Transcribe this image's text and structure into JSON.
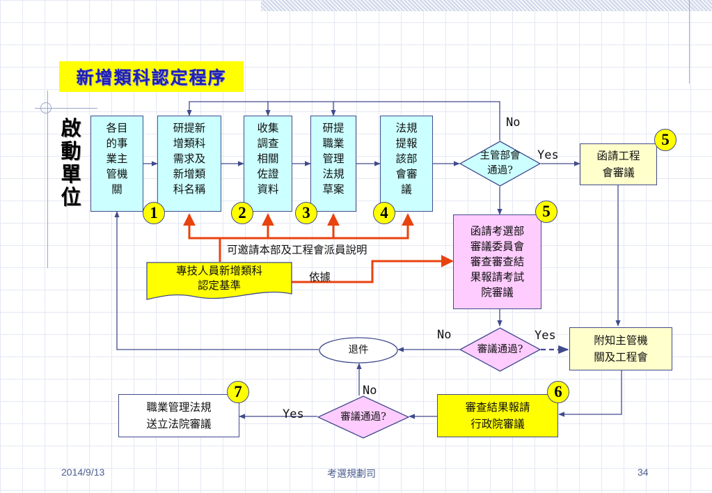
{
  "title": "新增類科認定程序",
  "vertical_label": "啟\n動\n單\n位",
  "boxes": {
    "b1": "各目\n的事\n業主\n管機\n關",
    "b2": "研提新\n增類科\n需求及\n新增類\n科名稱",
    "b3": "收集\n調查\n相關\n佐證\n資料",
    "b4": "研提\n職業\n管理\n法規\n草案",
    "b5": "法規\n提報\n該部\n會審\n議",
    "engineering": "函請工程\n會審議",
    "exam_committee": "函請考選部\n審議委員會\n審查審查結\n果報請考試\n院審議",
    "notify": "附知主管機\n關及工程會",
    "exec_review": "審查結果報請\n行政院審議",
    "legislative": "職業管理法規\n送立法院審議",
    "criteria": "專技人員新增類科\n認定基準"
  },
  "diamonds": {
    "d1": "主管部會\n通過?",
    "d2": "審議通過?",
    "d3": "審議通過?"
  },
  "return_oval": "退件",
  "labels": {
    "no_top": "No",
    "yes_top": "Yes",
    "no_mid": "No",
    "yes_mid": "Yes",
    "no_low": "No",
    "yes_low": "Yes",
    "invite": "可邀請本部及工程會派員說明",
    "basis": "依據"
  },
  "steps": {
    "s1": "1",
    "s2": "2",
    "s3": "3",
    "s4": "4",
    "s5a": "5",
    "s5b": "5",
    "s6": "6",
    "s7": "7"
  },
  "footer": {
    "date": "2014/9/13",
    "org": "考選規劃司",
    "page": "34"
  },
  "colors": {
    "cyan": "#ccffff",
    "cream": "#ffffcc",
    "pink": "#ffccff",
    "yellow": "#ffff00",
    "line": "#404a8c",
    "orange": "#e8420f",
    "title_text": "#1f1fb4"
  }
}
